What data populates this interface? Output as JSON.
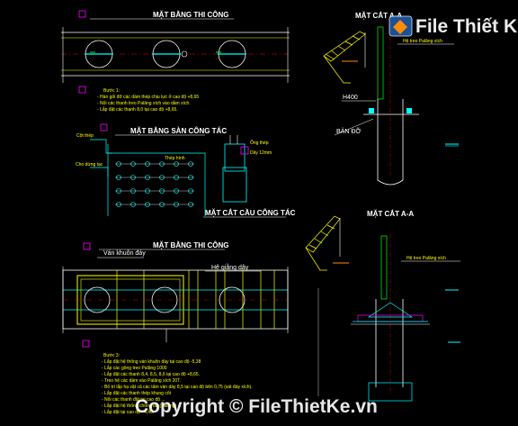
{
  "titles": {
    "plan_top": "MẶT BẰNG THI CÔNG",
    "section_top": "MẶT CẮT A-A",
    "platform": "MẶT BẰNG SÀN CÔNG TÁC",
    "work_bridge": "MẶT CẮT CẦU CÔNG TÁC",
    "plan_bottom": "MẶT BẰNG THI CÔNG",
    "section_bottom": "MẶT CẮT A-A"
  },
  "labels": {
    "he_treo_top": "Hệ treo Palăng xích",
    "h400": "H400",
    "ban_do": "BẢN ĐỠ",
    "van_khuon": "Ván khuôn đáy",
    "he_giang": "Hệ giằng dây",
    "he_treo_bottom": "Hệ treo Palăng xích",
    "chu_thep": "Cột thép",
    "cho_dung": "Cho dừng tạc",
    "thep_hinh": "Thép hình",
    "ong_thep": "Ống thép",
    "day_12": "Dây 12mm"
  },
  "step1": {
    "title": "Bước 1:",
    "lines": [
      "- Hàn gối đỡ các dầm thép chịu lực ở cao độ +8,65",
      "- Nối các thanh treo Palăng xích vào dầm xích.",
      "- Lắp đặt các thanh 8,0 tại cao độ +8,65."
    ]
  },
  "step3": {
    "title": "Bước 3:",
    "lines": [
      "- Lắp đặt hệ thống ván khuôn đáy tại cao độ -5,38",
      "- Lắp các gông treo Palăng 1000",
      "- Lắp đặt các thanh 8,4, 8,5, 8,6 tại cao độ +8,65.",
      "- Treo hệ các dầm vào Palăng xích 20T.",
      "- Bố trí lắp hạ vật cả các tấm ván dày 8,5 tại cao độ bên 0,75 (sát đáy xích).",
      "- Lắp đặt các thanh thép khung cốt",
      "- Nối các thanh đặt tại cao độ ...",
      "- Lắp đặt hệ thống chống đỡ (Palăng) ...",
      "- Lắp đặt tại cao độ +4,40."
    ]
  },
  "watermark": {
    "logo_text": "File Thiết Kế.vn",
    "copyright": "Copyright © FileThietKe.vn"
  },
  "colors": {
    "background": "#000000",
    "cyan": "#00ffff",
    "yellow": "#ffff00",
    "white": "#ffffff",
    "magenta": "#ff00ff",
    "green": "#00ff00",
    "orange": "#ff8c00"
  }
}
